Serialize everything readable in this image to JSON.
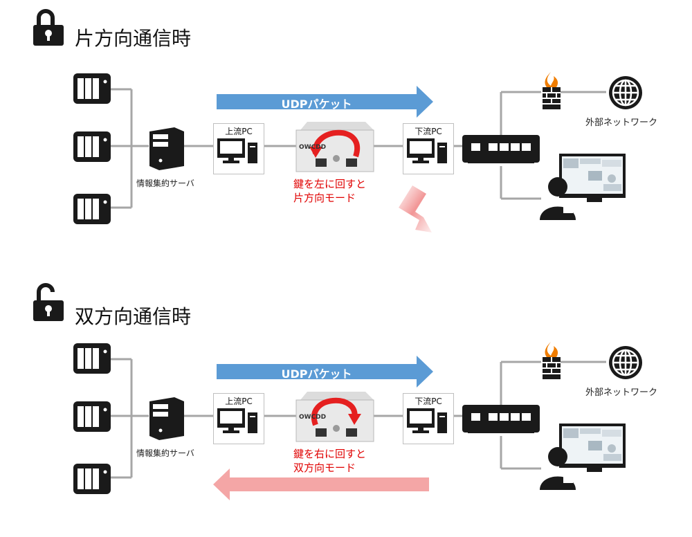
{
  "sections": [
    {
      "title": "片方向通信時",
      "lock_state": "locked",
      "upstream_pc_label": "上流PC",
      "downstream_pc_label": "下流PC",
      "server_label": "情報集約サーバ",
      "network_label": "外部ネットワーク",
      "arrow_label": "UDPパケット",
      "note_line1": "鍵を左に回すと",
      "note_line2": "片方向モード",
      "device_brand": "OWCDD",
      "return_flow": "blocked"
    },
    {
      "title": "双方向通信時",
      "lock_state": "unlocked",
      "upstream_pc_label": "上流PC",
      "downstream_pc_label": "下流PC",
      "server_label": "情報集約サーバ",
      "network_label": "外部ネットワーク",
      "arrow_label": "UDPパケット",
      "note_line1": "鍵を右に回すと",
      "note_line2": "双方向モード",
      "device_brand": "OWCDD",
      "return_flow": "allowed"
    }
  ],
  "colors": {
    "arrow_blue": "#5b9bd5",
    "return_pink": "#f4a6a6",
    "note_red": "#e00000",
    "key_arrow_red": "#e52020",
    "line_gray": "#a6a6a6",
    "icon_dark": "#1a1a1a",
    "flame_orange": "#f07d00"
  }
}
